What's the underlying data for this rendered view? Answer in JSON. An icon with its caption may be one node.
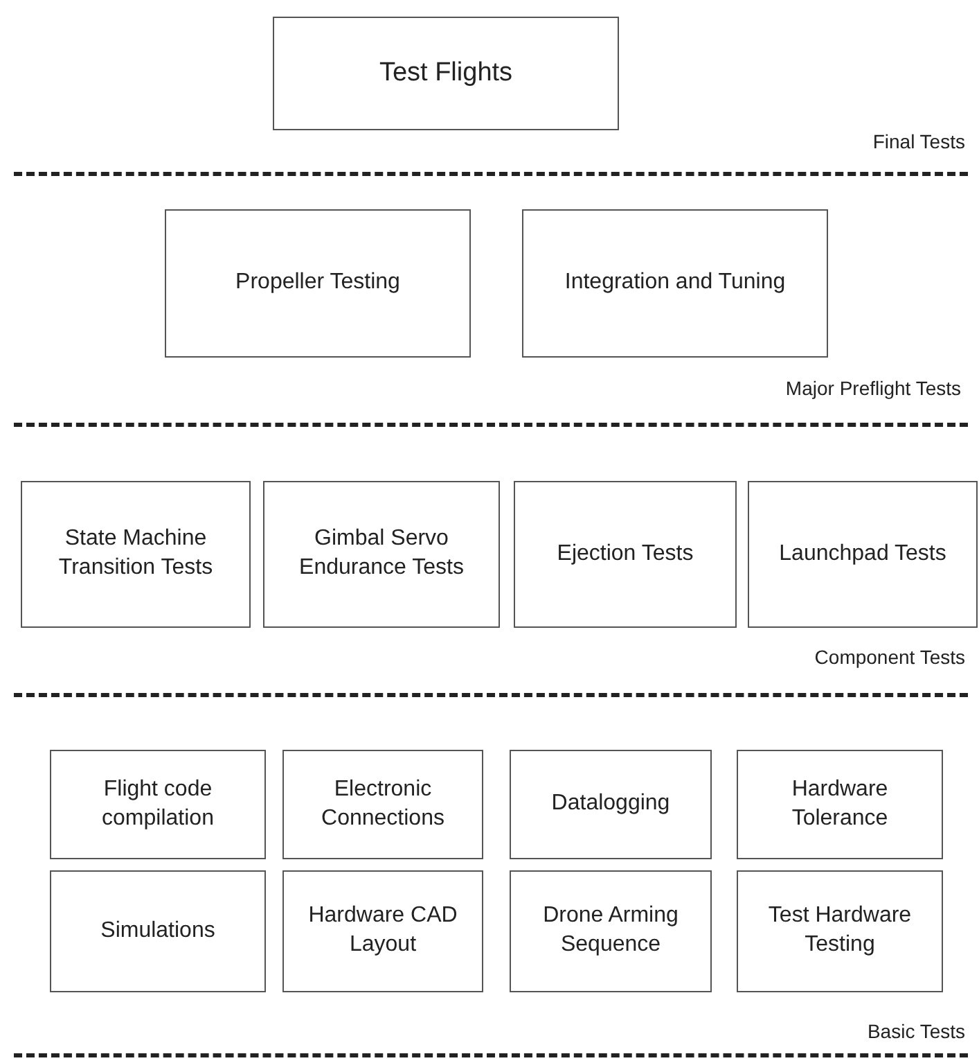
{
  "diagram": {
    "nodes": [
      {
        "text": [
          "Test Flights"
        ]
      },
      {
        "text": [
          "Propeller Testing"
        ]
      },
      {
        "text": [
          "Integration and Tuning"
        ]
      },
      {
        "text": [
          "State Machine Transition Tests"
        ]
      },
      {
        "text": [
          "Gimbal Servo Endurance Tests"
        ]
      },
      {
        "text": [
          "Ejection Tests"
        ]
      },
      {
        "text": [
          "Launchpad Tests"
        ]
      },
      {
        "text": [
          "Flight code compilation"
        ]
      },
      {
        "text": [
          "Electronic Connections"
        ]
      },
      {
        "text": [
          "Datalogging"
        ]
      },
      {
        "text": [
          "Hardware Tolerance"
        ]
      },
      {
        "text": [
          "Simulations"
        ]
      },
      {
        "text": [
          "Hardware CAD Layout"
        ]
      },
      {
        "text": [
          "Drone Arming Sequence"
        ]
      },
      {
        "text": [
          "Test Hardware Testing"
        ]
      }
    ],
    "labels": [
      "Final Tests",
      "Major Preflight Tests",
      "Component Tests",
      "Basic Tests"
    ]
  }
}
